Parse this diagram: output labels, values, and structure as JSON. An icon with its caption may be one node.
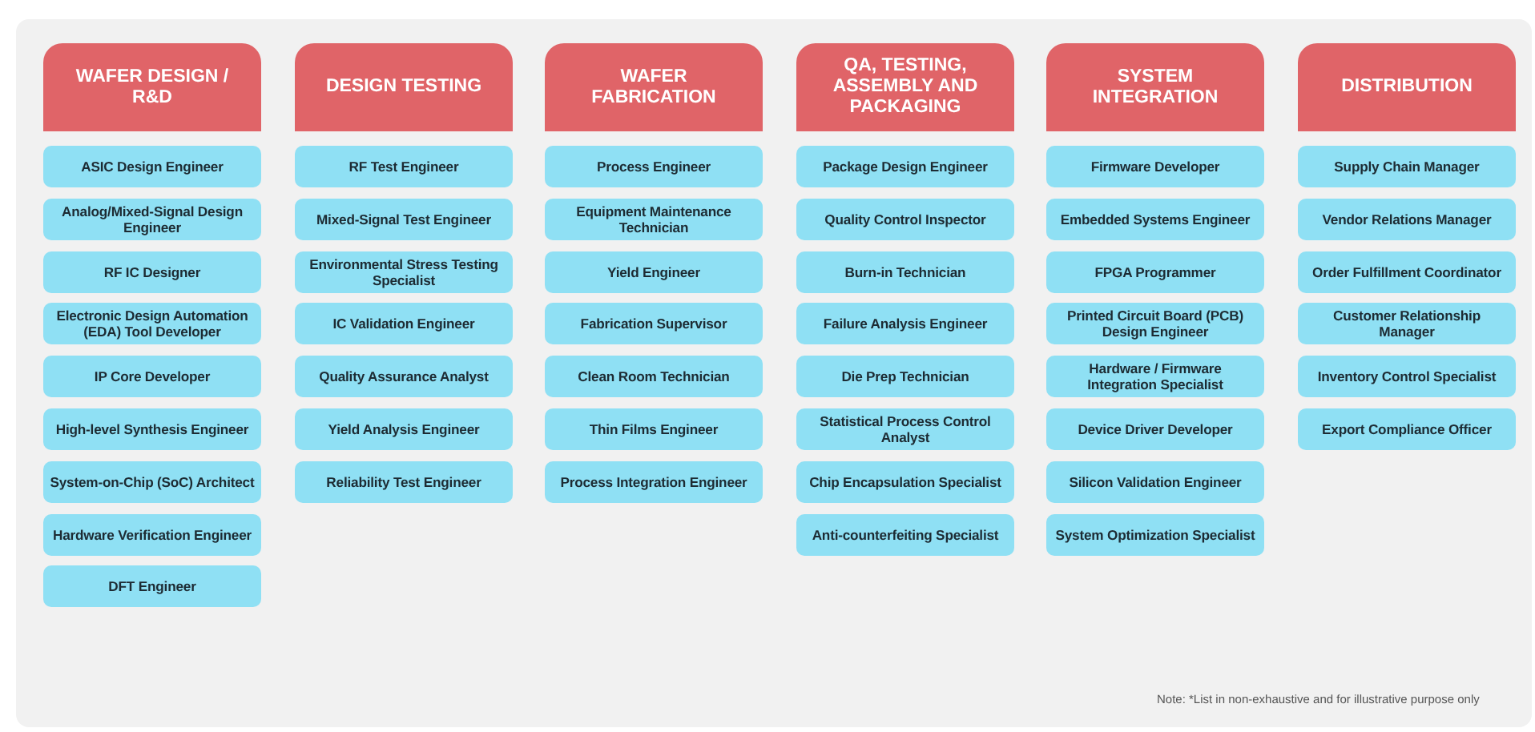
{
  "diagram": {
    "nodes": [
      {
        "text": [
          "WAFER DESIGN / R&D"
        ]
      },
      {
        "text": [
          "ASIC Design Engineer"
        ]
      },
      {
        "text": [
          "Analog/Mixed-Signal Design Engineer"
        ]
      },
      {
        "text": [
          "RF IC Designer"
        ]
      },
      {
        "text": [
          "Electronic Design Automation (EDA) Tool Developer"
        ]
      },
      {
        "text": [
          "IP Core Developer"
        ]
      },
      {
        "text": [
          "High-level Synthesis Engineer"
        ]
      },
      {
        "text": [
          "System-on-Chip (SoC) Architect"
        ]
      },
      {
        "text": [
          "Hardware Verification Engineer"
        ]
      },
      {
        "text": [
          "DFT Engineer"
        ]
      },
      {
        "text": [
          "DESIGN TESTING"
        ]
      },
      {
        "text": [
          "RF Test Engineer"
        ]
      },
      {
        "text": [
          "Mixed-Signal Test Engineer"
        ]
      },
      {
        "text": [
          "Environmental Stress Testing Specialist"
        ]
      },
      {
        "text": [
          "IC Validation Engineer"
        ]
      },
      {
        "text": [
          "Quality Assurance Analyst"
        ]
      },
      {
        "text": [
          "Yield Analysis Engineer"
        ]
      },
      {
        "text": [
          "Reliability Test Engineer"
        ]
      },
      {
        "text": [
          "WAFER FABRICATION"
        ]
      },
      {
        "text": [
          "Process Engineer"
        ]
      },
      {
        "text": [
          "Equipment Maintenance Technician"
        ]
      },
      {
        "text": [
          "Yield Engineer"
        ]
      },
      {
        "text": [
          "Fabrication Supervisor"
        ]
      },
      {
        "text": [
          "Clean Room Technician"
        ]
      },
      {
        "text": [
          "Thin Films Engineer"
        ]
      },
      {
        "text": [
          "Process Integration Engineer"
        ]
      },
      {
        "text": [
          "QA, TESTING, ASSEMBLY AND PACKAGING"
        ]
      },
      {
        "text": [
          "Package Design Engineer"
        ]
      },
      {
        "text": [
          "Quality Control Inspector"
        ]
      },
      {
        "text": [
          "Burn-in Technician"
        ]
      },
      {
        "text": [
          "Failure Analysis Engineer"
        ]
      },
      {
        "text": [
          "Die Prep Technician"
        ]
      },
      {
        "text": [
          "Statistical Process Control Analyst"
        ]
      },
      {
        "text": [
          "Chip Encapsulation Specialist"
        ]
      },
      {
        "text": [
          "Anti-counterfeiting Specialist"
        ]
      },
      {
        "text": [
          "SYSTEM INTEGRATION"
        ]
      },
      {
        "text": [
          "Firmware Developer"
        ]
      },
      {
        "text": [
          "Embedded Systems Engineer"
        ]
      },
      {
        "text": [
          "FPGA Programmer"
        ]
      },
      {
        "text": [
          "Printed Circuit Board (PCB) Design Engineer"
        ]
      },
      {
        "text": [
          "Hardware / Firmware Integration Specialist"
        ]
      },
      {
        "text": [
          "Device Driver Developer"
        ]
      },
      {
        "text": [
          "Silicon Validation Engineer"
        ]
      },
      {
        "text": [
          "System Optimization Specialist"
        ]
      },
      {
        "text": [
          "DISTRIBUTION"
        ]
      },
      {
        "text": [
          "Supply Chain Manager"
        ]
      },
      {
        "text": [
          "Vendor Relations Manager"
        ]
      },
      {
        "text": [
          "Order Fulfillment Coordinator"
        ]
      },
      {
        "text": [
          "Customer Relationship Manager"
        ]
      },
      {
        "text": [
          "Inventory Control Specialist"
        ]
      },
      {
        "text": [
          "Export Compliance Officer"
        ]
      }
    ],
    "labels": [
      "Note: *List in non-exhaustive and for illustrative purpose only"
    ]
  }
}
